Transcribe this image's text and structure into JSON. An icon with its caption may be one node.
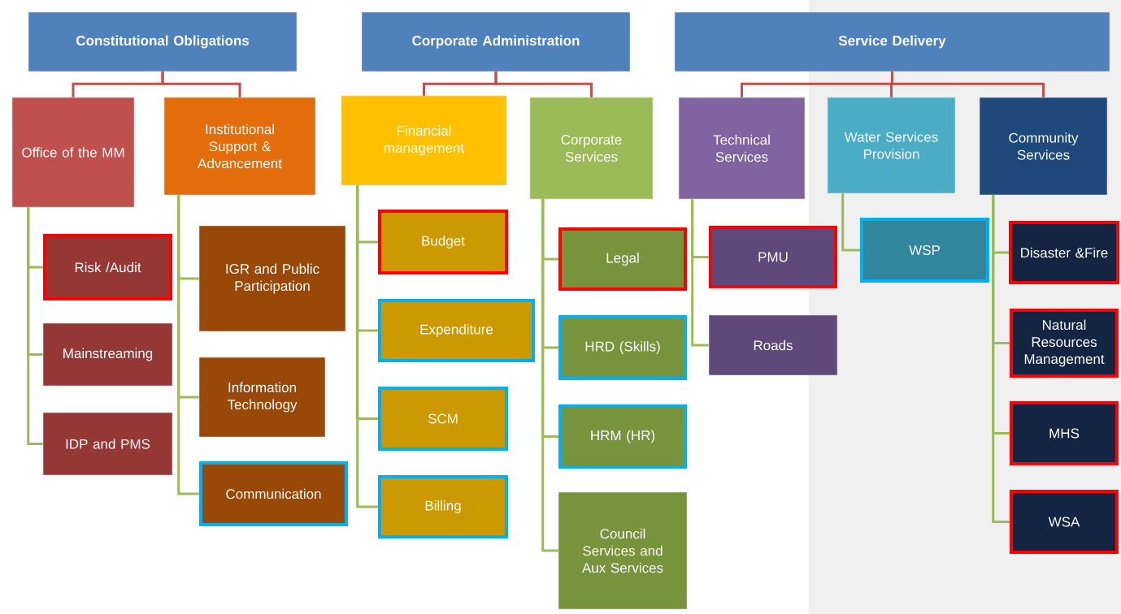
{
  "diagram": {
    "nodes": [
      {
        "text": [
          "Constitutional Obligations"
        ]
      },
      {
        "text": [
          "Corporate Administration"
        ]
      },
      {
        "text": [
          "Service Delivery"
        ]
      },
      {
        "text": [
          "Office of the MM"
        ]
      },
      {
        "text": [
          "Institutional Support & Advancement"
        ]
      },
      {
        "text": [
          "Financial management"
        ]
      },
      {
        "text": [
          "Corporate Services"
        ]
      },
      {
        "text": [
          "Technical Services"
        ]
      },
      {
        "text": [
          "Water Services Provision"
        ]
      },
      {
        "text": [
          "Community Services"
        ]
      },
      {
        "text": [
          "Risk /Audit"
        ]
      },
      {
        "text": [
          "Mainstreaming"
        ]
      },
      {
        "text": [
          "IDP and PMS"
        ]
      },
      {
        "text": [
          "IGR and Public Participation"
        ]
      },
      {
        "text": [
          "Information Technology"
        ]
      },
      {
        "text": [
          "Communication"
        ]
      },
      {
        "text": [
          "Budget"
        ]
      },
      {
        "text": [
          "Expenditure"
        ]
      },
      {
        "text": [
          "SCM"
        ]
      },
      {
        "text": [
          "Billing"
        ]
      },
      {
        "text": [
          "Legal"
        ]
      },
      {
        "text": [
          "HRD (Skills)"
        ]
      },
      {
        "text": [
          "HRM (HR)"
        ]
      },
      {
        "text": [
          "Council Services and Aux Services"
        ]
      },
      {
        "text": [
          "PMU"
        ]
      },
      {
        "text": [
          "Roads"
        ]
      },
      {
        "text": [
          "WSP"
        ]
      },
      {
        "text": [
          "Disaster &Fire"
        ]
      },
      {
        "text": [
          "Natural Resources Management"
        ]
      },
      {
        "text": [
          "MHS"
        ]
      },
      {
        "text": [
          "WSA"
        ]
      }
    ],
    "edges": [
      {
        "from": 0,
        "to": 3,
        "arrow": "none",
        "color": "#c0504d"
      },
      {
        "from": 0,
        "to": 4,
        "arrow": "none",
        "color": "#c0504d"
      },
      {
        "from": 1,
        "to": 5,
        "arrow": "none",
        "color": "#c0504d"
      },
      {
        "from": 1,
        "to": 6,
        "arrow": "none",
        "color": "#c0504d"
      },
      {
        "from": 2,
        "to": 7,
        "arrow": "none",
        "color": "#c0504d"
      },
      {
        "from": 2,
        "to": 8,
        "arrow": "none",
        "color": "#c0504d"
      },
      {
        "from": 2,
        "to": 9,
        "arrow": "none",
        "color": "#c0504d"
      },
      {
        "from": 3,
        "to": 10,
        "arrow": "none"
      },
      {
        "from": 3,
        "to": 11,
        "arrow": "none"
      },
      {
        "from": 3,
        "to": 12,
        "arrow": "none"
      },
      {
        "from": 4,
        "to": 13,
        "arrow": "none"
      },
      {
        "from": 4,
        "to": 14,
        "arrow": "none"
      },
      {
        "from": 4,
        "to": 15,
        "arrow": "none"
      },
      {
        "from": 5,
        "to": 16,
        "arrow": "none"
      },
      {
        "from": 5,
        "to": 17,
        "arrow": "none"
      },
      {
        "from": 5,
        "to": 18,
        "arrow": "none"
      },
      {
        "from": 5,
        "to": 19,
        "arrow": "none"
      },
      {
        "from": 6,
        "to": 20,
        "arrow": "none"
      },
      {
        "from": 6,
        "to": 21,
        "arrow": "none"
      },
      {
        "from": 6,
        "to": 22,
        "arrow": "none"
      },
      {
        "from": 6,
        "to": 23,
        "arrow": "none"
      },
      {
        "from": 7,
        "to": 24,
        "arrow": "none"
      },
      {
        "from": 7,
        "to": 25,
        "arrow": "none"
      },
      {
        "from": 8,
        "to": 26,
        "arrow": "none"
      },
      {
        "from": 9,
        "to": 27,
        "arrow": "none"
      },
      {
        "from": 9,
        "to": 28,
        "arrow": "none"
      },
      {
        "from": 9,
        "to": 29,
        "arrow": "none"
      },
      {
        "from": 9,
        "to": 30,
        "arrow": "none"
      }
    ]
  }
}
